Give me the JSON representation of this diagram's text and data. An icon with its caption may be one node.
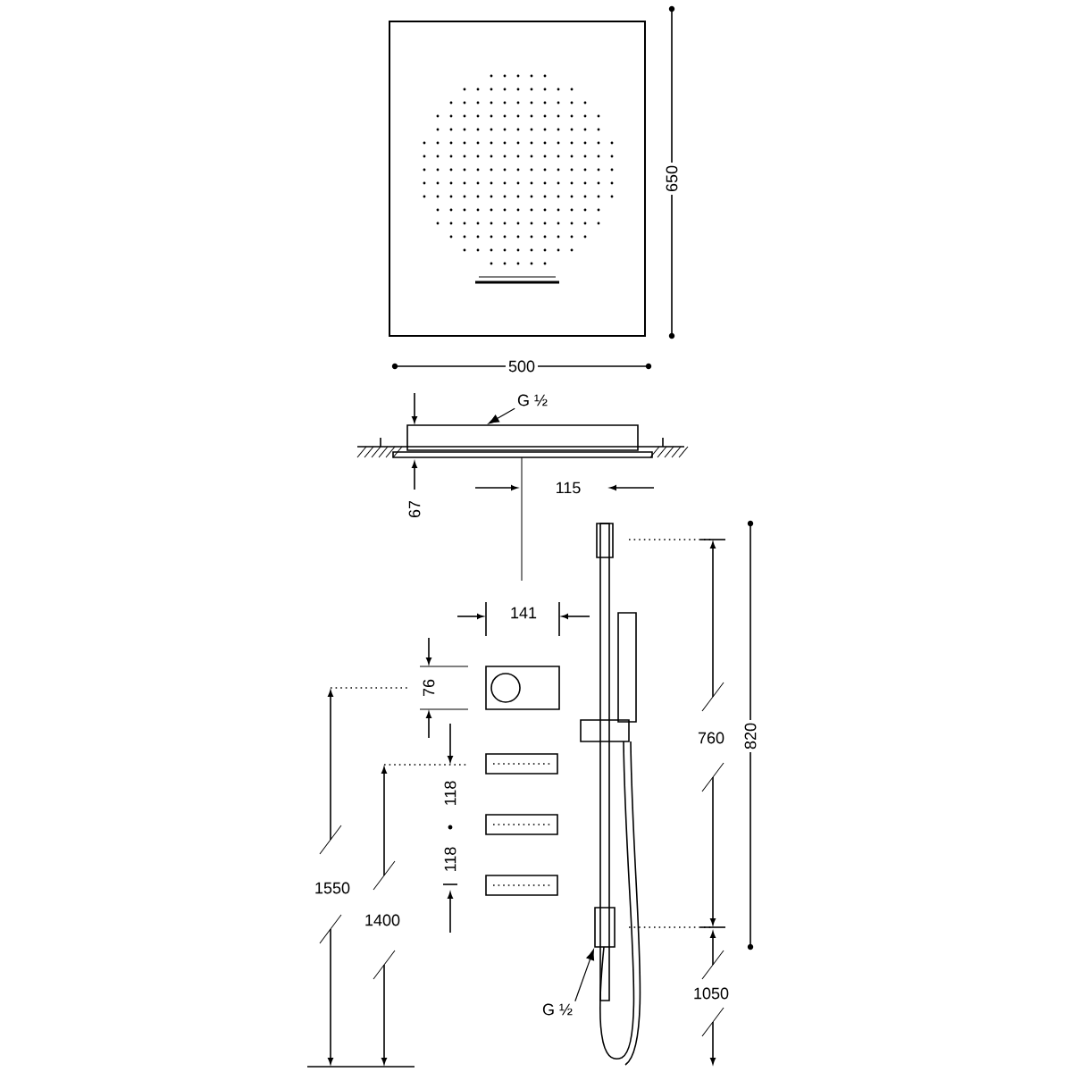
{
  "diagram": {
    "nodes": [
      {
        "text": [
          "G ½"
        ]
      },
      {
        "text": [],
        "shape": "box"
      },
      {
        "text": [
          "G ½"
        ]
      },
      {
        "text": [],
        "shape": "box"
      }
    ],
    "edges": [
      {
        "from": 0,
        "to": 1,
        "arrow": "to"
      },
      {
        "from": 2,
        "to": 3,
        "arrow": "to"
      }
    ],
    "labels": [
      "650",
      "500",
      "67",
      "115",
      "141",
      "76",
      "118",
      "118",
      "1550",
      "1400",
      "760",
      "820",
      "1050"
    ]
  }
}
